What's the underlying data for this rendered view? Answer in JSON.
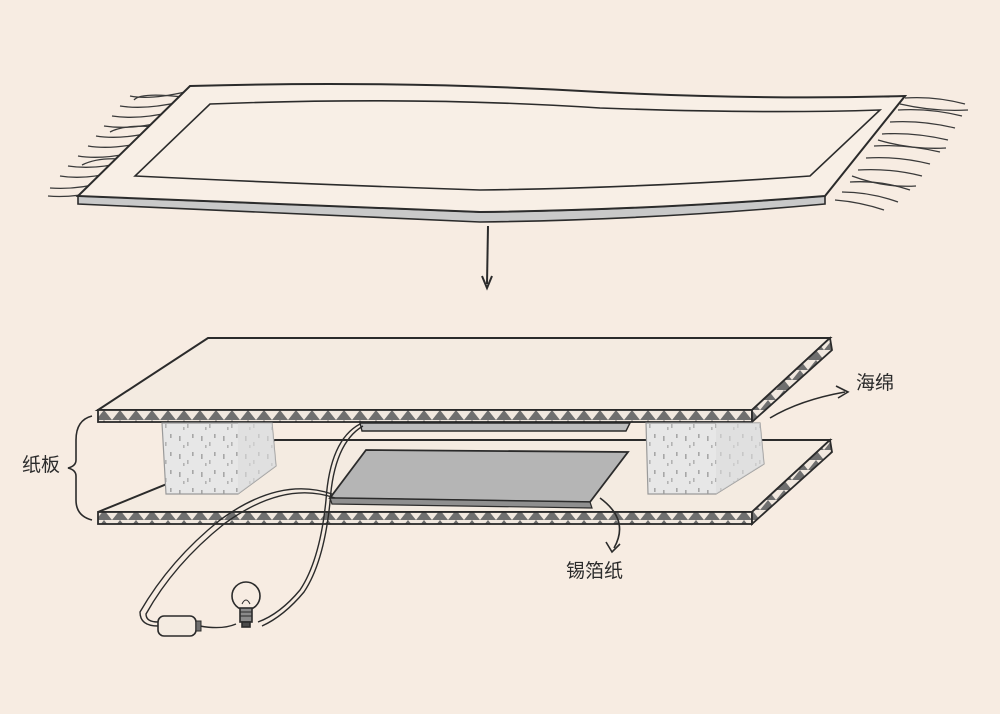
{
  "labels": {
    "sponge": "海绵",
    "cardboard": "纸板",
    "foil": "锡箔纸"
  },
  "colors": {
    "background": "#f7ece2",
    "ink": "#2b2b2b",
    "rug_fill": "#f8efe6",
    "rug_edge": "#c9c9c9",
    "board_top": "#f4ebe1",
    "corrugation": "#6f6f6f",
    "sponge": "#e6e6e6",
    "foil": "#b5b5b5"
  },
  "icons": [
    "rug-illustration",
    "down-arrow-icon",
    "light-bulb-icon",
    "battery-icon"
  ]
}
